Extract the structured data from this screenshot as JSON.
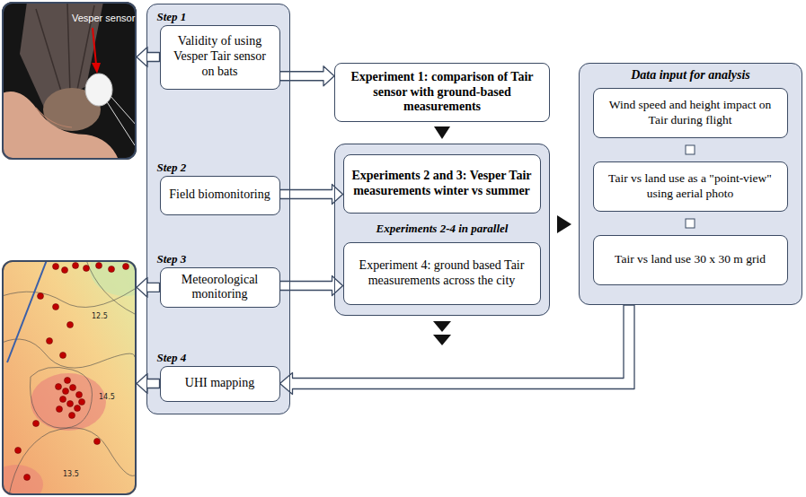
{
  "diagram": {
    "nodes": [
      {
        "text": [
          "Vesper sensor"
        ]
      },
      {
        "text": [
          "12.5",
          "14.5",
          "13.5"
        ]
      },
      {
        "text": []
      },
      {
        "text": [
          "Step 1",
          "Validity of using Vesper Tair sensor on bats"
        ],
        "in": 2
      },
      {
        "text": [
          "Step 2",
          "Field biomonitoring"
        ],
        "in": 2
      },
      {
        "text": [
          "Step 3",
          "Meteorological monitoring"
        ],
        "in": 2
      },
      {
        "text": [
          "Step 4",
          "UHI mapping"
        ],
        "in": 2
      },
      {
        "text": [
          "Experiment 1: comparison of Tair sensor with ground-based measurements"
        ]
      },
      {
        "text": [
          "Experiments 2-4 in parallel"
        ]
      },
      {
        "text": [
          "Experiments 2 and 3: Vesper Tair measurements winter vs summer"
        ],
        "in": 8
      },
      {
        "text": [
          "Experiment 4: ground based Tair measurements across the city"
        ],
        "in": 8
      },
      {
        "text": [
          "Data input for analysis"
        ]
      },
      {
        "text": [
          "Wind speed and height impact on Tair during flight"
        ],
        "in": 11
      },
      {
        "text": [
          "Tair vs land use as a \"point-view\" using aerial photo"
        ],
        "in": 11
      },
      {
        "text": [
          "Tair vs land use 30 x 30 m grid"
        ],
        "in": 11
      }
    ],
    "edges": [
      {
        "from": 3,
        "to": 0,
        "arrow": "to"
      },
      {
        "from": 3,
        "to": 7,
        "arrow": "to"
      },
      {
        "from": 4,
        "to": 9,
        "arrow": "to"
      },
      {
        "from": 5,
        "to": 1,
        "arrow": "to"
      },
      {
        "from": 5,
        "to": 10,
        "arrow": "to"
      },
      {
        "from": 6,
        "to": 1,
        "arrow": "to"
      },
      {
        "from": 7,
        "to": 8,
        "arrow": "to"
      },
      {
        "from": 8,
        "to": 11,
        "arrow": "to"
      },
      {
        "from": 11,
        "to": 6,
        "arrow": "to"
      }
    ]
  }
}
